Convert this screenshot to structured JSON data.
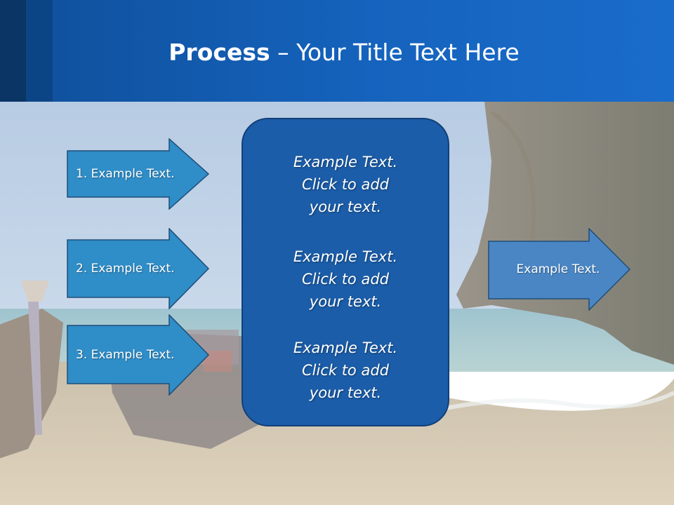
{
  "header": {
    "title_bold": "Process",
    "title_rest": " – Your Title Text Here"
  },
  "steps": [
    {
      "label": "1. Example Text."
    },
    {
      "label": "2. Example Text."
    },
    {
      "label": "3. Example Text."
    }
  ],
  "center": {
    "paragraphs": [
      {
        "line1": "Example Text.",
        "line2": "Click  to add",
        "line3": "your text."
      },
      {
        "line1": "Example Text.",
        "line2": "Click  to add",
        "line3": "your text."
      },
      {
        "line1": "Example Text.",
        "line2": "Click  to add",
        "line3": "your text."
      }
    ]
  },
  "output": {
    "label": "Example Text."
  },
  "colors": {
    "header": "#1563bd",
    "step_arrow": "#2f8dc7",
    "center_box": "#1b5da9",
    "output_arrow": "#4a86c4"
  }
}
